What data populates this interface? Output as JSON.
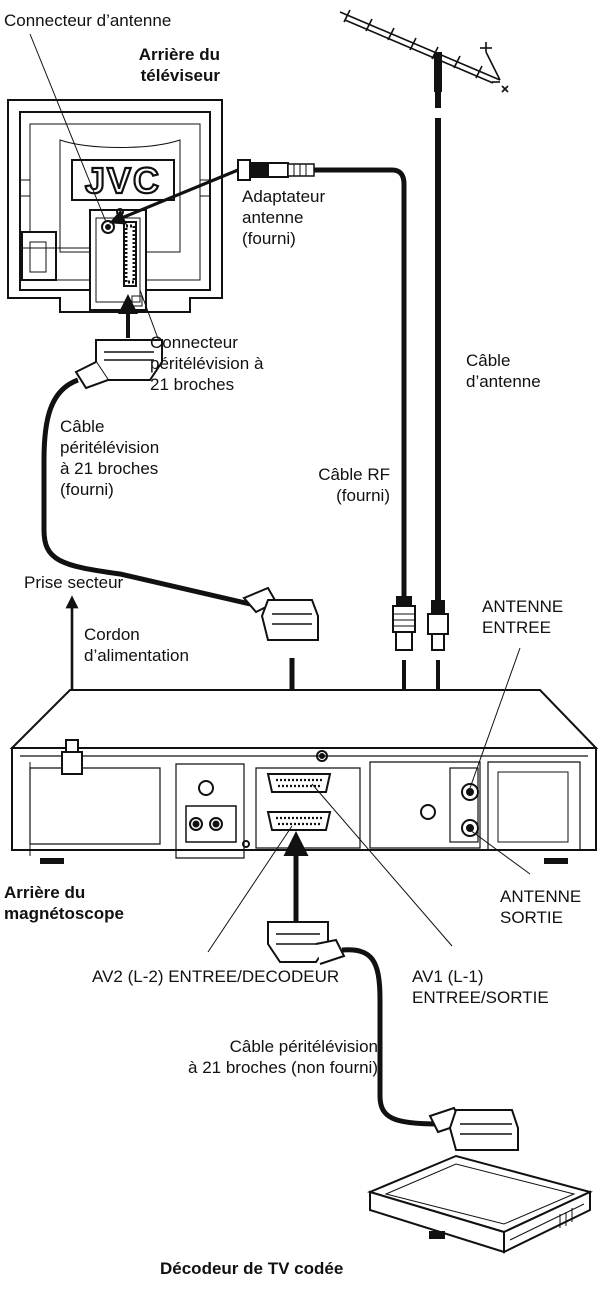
{
  "brand": {
    "tv_logo": "JVC"
  },
  "labels": {
    "antenna_connector": "Connecteur d’antenne",
    "tv_rear": "Arrière du\ntéléviseur",
    "antenna_adapter": "Adaptateur\nantenne\n(fourni)",
    "scart_connector": "Connecteur\npéritélévision à\n21 broches",
    "antenna_cable": "Câble\nd’antenne",
    "scart_cable_supplied": "Câble\npéritélévision\nà 21 broches\n(fourni)",
    "rf_cable": "Câble RF\n(fourni)",
    "mains_outlet": "Prise secteur",
    "power_cord": "Cordon\nd’alimentation",
    "antenna_in": "ANTENNE\nENTREE",
    "vcr_rear": "Arrière du\nmagnétoscope",
    "antenna_out": "ANTENNE\nSORTIE",
    "av2": "AV2 (L-2) ENTREE/DECODEUR",
    "av1": "AV1 (L-1)\nENTREE/SORTIE",
    "scart_cable_not_supplied": "Câble péritélévision\nà 21 broches (non fourni)",
    "decoder": "Décodeur de TV codée"
  },
  "colors": {
    "line": "#111111",
    "background": "#ffffff"
  }
}
